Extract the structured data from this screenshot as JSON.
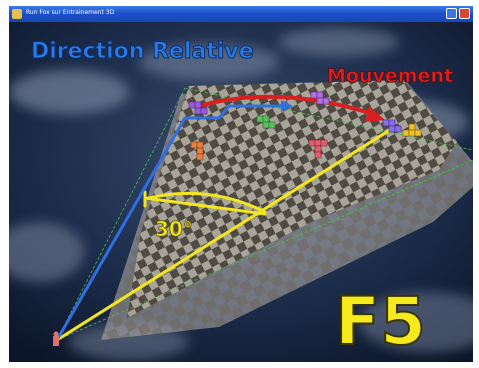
{
  "window": {
    "title": "Run Fox sur Entrainement 3D"
  },
  "overlay": {
    "heading": "Direction Relative",
    "movement_label": "Mouvement",
    "angle_label": "30°",
    "key_label": "F5"
  },
  "colors": {
    "heading": "#2a7ae8",
    "movement": "#e02020",
    "angle_lines": "#f2e61e",
    "direction_arrow": "#2f6fe0",
    "key": "#f5ea1c",
    "grid_light": "#a9a49a",
    "grid_dark": "#4f4a42"
  },
  "icons": [
    "window-app-icon",
    "minimize-icon",
    "close-icon"
  ]
}
